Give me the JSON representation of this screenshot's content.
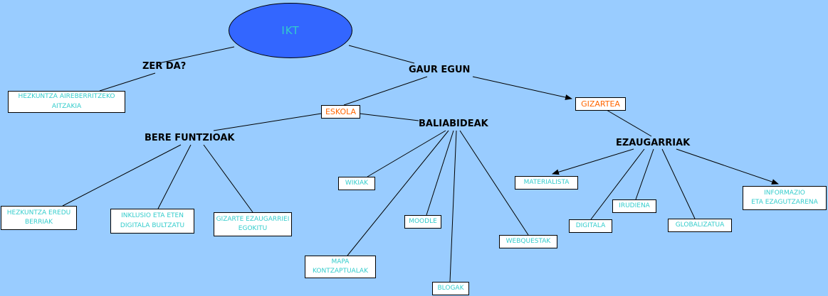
{
  "root": "IKT",
  "labels": {
    "zer_da": "ZER DA?",
    "gaur_egun": "GAUR EGUN",
    "bere_funtzioak": "BERE FUNTZIOAK",
    "baliabideak": "BALIABIDEAK",
    "ezaugarriak": "EZAUGARRIAK"
  },
  "boxes": {
    "hezkuntza_aireberritzeko": "HEZKUNTZA AIREBERRITZEKO\nAITZAKIA",
    "eskola": "ESKOLA",
    "gizartea": "GIZARTEA",
    "hezkuntza_eredu": "HEZKUNTZA EREDU\nBERRIAK",
    "inklusio": "INKLUSIO ETA ETEN\nDIGITALA BULTZATU",
    "gizarte_ezaugarriei": "GIZARTE EZAUGARRIEI\nEGOKITU",
    "wikiak": "WIKIAK",
    "moodle": "MOODLE",
    "mapa": "MAPA\nKONTZAPTUALAK",
    "blogak": "BLOGAK",
    "webquestak": "WEBQUESTAK",
    "materialista": "MATERIALISTA",
    "irudiena": "IRUDIENA",
    "digitala": "DIGITALA",
    "globalizatua": "GLOBALIZATUA",
    "informazio": "INFORMAZIO\nETA EZAGUTZARENA"
  },
  "colors": {
    "background": "#99ccff",
    "root_fill": "#3366ff",
    "box_text": "#33cccc",
    "highlight_text": "#ff6600"
  }
}
